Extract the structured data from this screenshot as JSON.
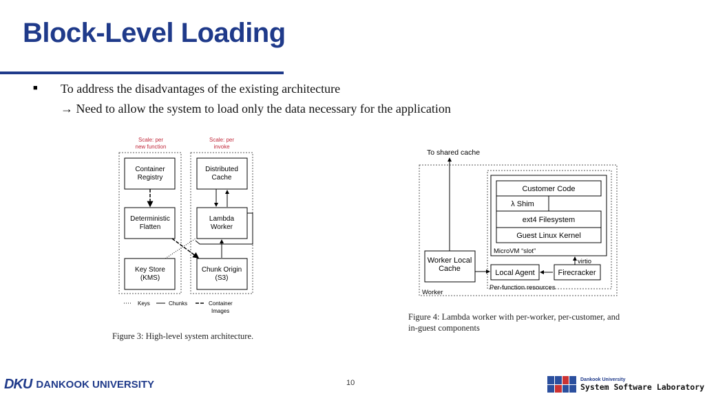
{
  "slide": {
    "title": "Block-Level Loading",
    "bullet": "To address the disadvantages of the existing architecture",
    "subbullet": "→ Need to allow the system to load only the data necessary for the application",
    "page_number": "10"
  },
  "fig3": {
    "scale_left_1": "Scale: per",
    "scale_left_2": "new function",
    "scale_right_1": "Scale: per",
    "scale_right_2": "invoke",
    "container_registry_1": "Container",
    "container_registry_2": "Registry",
    "distributed_cache_1": "Distributed",
    "distributed_cache_2": "Cache",
    "deterministic_1": "Deterministic",
    "deterministic_2": "Flatten",
    "lambda_1": "Lambda",
    "lambda_2": "Worker",
    "keystore_1": "Key Store",
    "keystore_2": "(KMS)",
    "chunk_1": "Chunk Origin",
    "chunk_2": "(S3)",
    "legend_keys": "Keys",
    "legend_chunks": "Chunks",
    "legend_container_1": "Container",
    "legend_container_2": "Images",
    "caption": "Figure 3: High-level system architecture."
  },
  "fig4": {
    "to_shared_cache": "To shared cache",
    "customer_code": "Customer Code",
    "shim": "λ Shim",
    "ext4": "ext4 Filesystem",
    "kernel": "Guest Linux Kernel",
    "microvm": "MicroVM “slot”",
    "virtio": "virtio",
    "worker_local_1": "Worker Local",
    "worker_local_2": "Cache",
    "local_agent": "Local Agent",
    "firecracker": "Firecracker",
    "per_function": "Per-function resources",
    "worker": "Worker",
    "caption_1": "Figure 4: Lambda worker with per-worker, per-customer, and",
    "caption_2": "in-guest components"
  },
  "footer": {
    "univ_mark": "DKU",
    "univ_name": "DANKOOK UNIVERSITY",
    "lab_small": "Dankook University",
    "lab_name": "System Software Laboratory"
  }
}
